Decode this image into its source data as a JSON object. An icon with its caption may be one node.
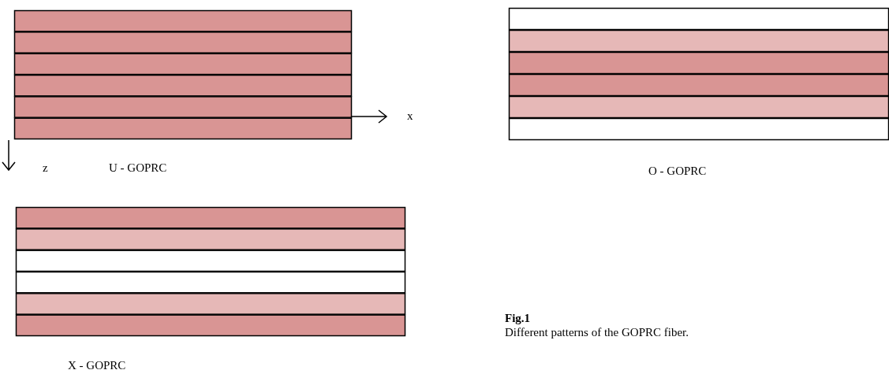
{
  "diagram": {
    "labels": [
      "x",
      "z",
      "U - GOPRC",
      "O - GOPRC",
      "X - GOPRC",
      "Fig.1",
      "Different patterns of the GOPRC fiber."
    ]
  }
}
